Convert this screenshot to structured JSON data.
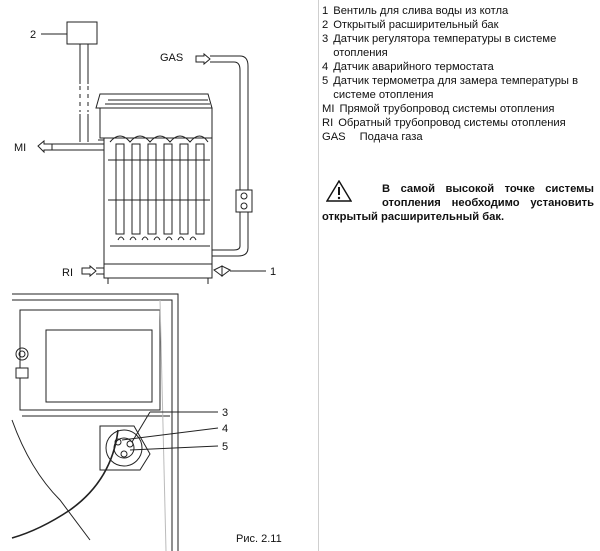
{
  "figure": {
    "callouts": {
      "n1": "1",
      "n2": "2",
      "n3": "3",
      "n4": "4",
      "n5": "5",
      "gas": "GAS",
      "mi": "MI",
      "ri": "RI"
    },
    "caption": "Рис. 2.11"
  },
  "legend": [
    {
      "code": "1",
      "text": "Вентиль для слива воды из котла"
    },
    {
      "code": "2",
      "text": "Открытый расширительный бак"
    },
    {
      "code": "3",
      "text": "Датчик регулятора температуры в системе отопления"
    },
    {
      "code": "4",
      "text": "Датчик аварийного термостата"
    },
    {
      "code": "5",
      "text": "Датчик термометра для замера температуры в системе отопления"
    },
    {
      "code": "MI",
      "text": "Прямой трубопровод системы отопления"
    },
    {
      "code": "RI",
      "text": "Обратный трубопровод системы отопления"
    },
    {
      "code": "GAS",
      "text": "Подача газа"
    }
  ],
  "warning": {
    "icon": "warning-triangle-icon",
    "text": "В самой высокой точке системы отопления необходимо установить открытый расширительный бак."
  }
}
